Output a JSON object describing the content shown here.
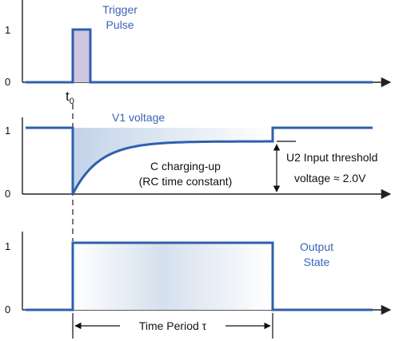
{
  "colors": {
    "signal": "#2f5fae",
    "axis": "#222222",
    "label_blue": "#3a63b5",
    "pulse_fill": "#cfc6e0",
    "shade_light": "#ffffff",
    "shade_dark": "#c2d3e8",
    "guide": "#555555"
  },
  "trigger": {
    "label_line1": "Trigger",
    "label_line2": "Pulse",
    "level_high": "1",
    "level_low": "0",
    "t0_main": "t",
    "t0_sub": "0"
  },
  "v1": {
    "label": "V1 voltage",
    "level_high": "1",
    "level_low": "0",
    "charge_line1": "C charging-up",
    "charge_line2": "(RC time constant)",
    "threshold_line1": "U2 Input threshold",
    "threshold_line2": "voltage ≈ 2.0V"
  },
  "output": {
    "label_line1": "Output",
    "label_line2": "State",
    "level_high": "1",
    "level_low": "0",
    "period_label": "Time Period τ"
  }
}
